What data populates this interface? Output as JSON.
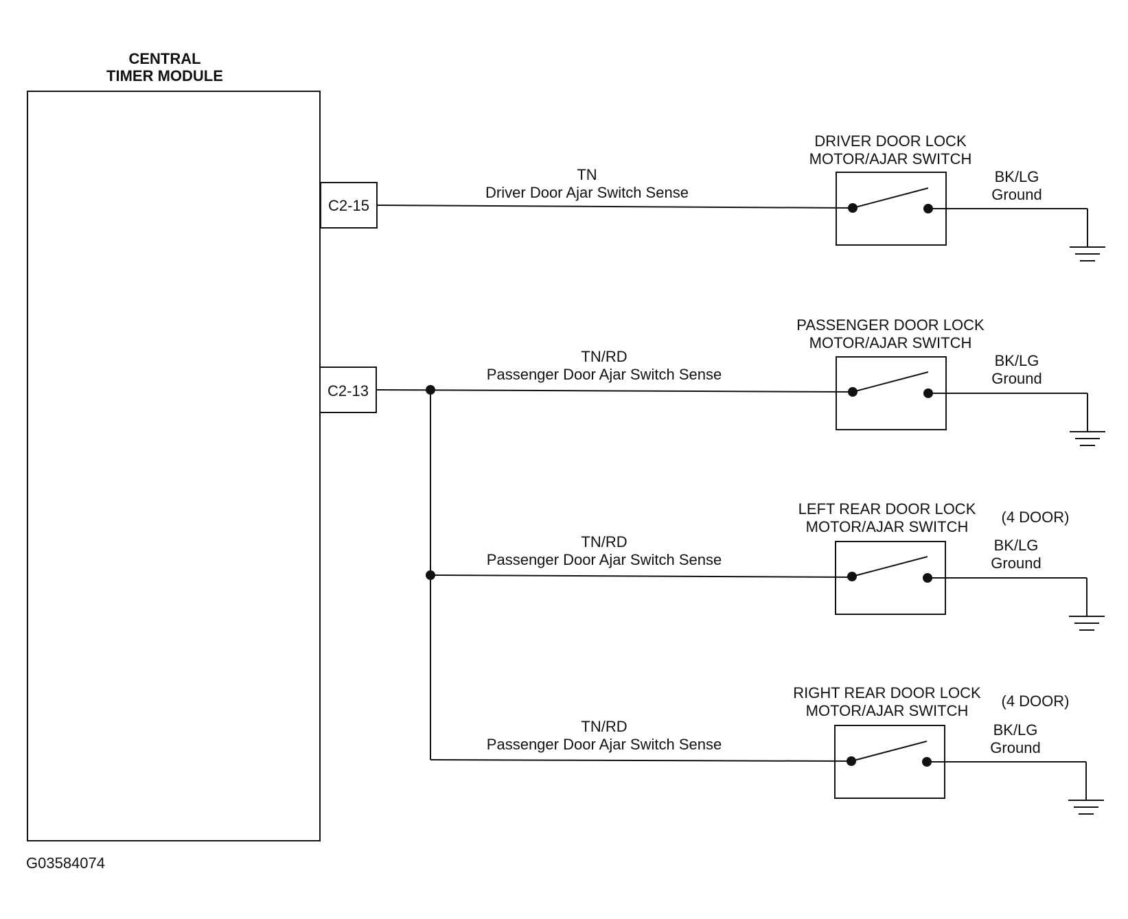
{
  "module": {
    "title_line1": "CENTRAL",
    "title_line2": "TIMER MODULE"
  },
  "connectors": {
    "driver": "C2-15",
    "passenger": "C2-13"
  },
  "circuits": [
    {
      "switch_line1": "DRIVER DOOR LOCK",
      "switch_line2": "MOTOR/AJAR SWITCH",
      "wire_color": "TN",
      "wire_desc": "Driver Door Ajar Switch Sense",
      "ground_color": "BK/LG",
      "ground_label": "Ground",
      "note": ""
    },
    {
      "switch_line1": "PASSENGER DOOR LOCK",
      "switch_line2": "MOTOR/AJAR SWITCH",
      "wire_color": "TN/RD",
      "wire_desc": "Passenger Door Ajar Switch Sense",
      "ground_color": "BK/LG",
      "ground_label": "Ground",
      "note": ""
    },
    {
      "switch_line1": "LEFT REAR DOOR LOCK",
      "switch_line2": "MOTOR/AJAR SWITCH",
      "wire_color": "TN/RD",
      "wire_desc": "Passenger Door Ajar Switch Sense",
      "ground_color": "BK/LG",
      "ground_label": "Ground",
      "note": "(4 DOOR)"
    },
    {
      "switch_line1": "RIGHT REAR DOOR LOCK",
      "switch_line2": "MOTOR/AJAR SWITCH",
      "wire_color": "TN/RD",
      "wire_desc": "Passenger Door Ajar Switch Sense",
      "ground_color": "BK/LG",
      "ground_label": "Ground",
      "note": "(4 DOOR)"
    }
  ],
  "figure_id": "G03584074"
}
